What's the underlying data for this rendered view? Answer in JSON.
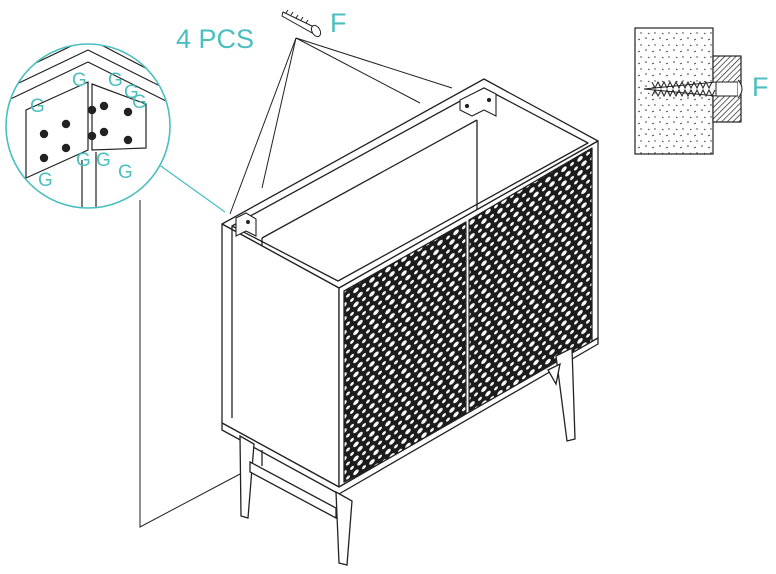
{
  "diagram": {
    "quantity_label": "4 PCS",
    "screw_letter_top": "F",
    "screw_letter_detail": "F",
    "bracket_screw_letter": "G",
    "label_color": "#4bbfbf",
    "line_color": "#222222"
  }
}
